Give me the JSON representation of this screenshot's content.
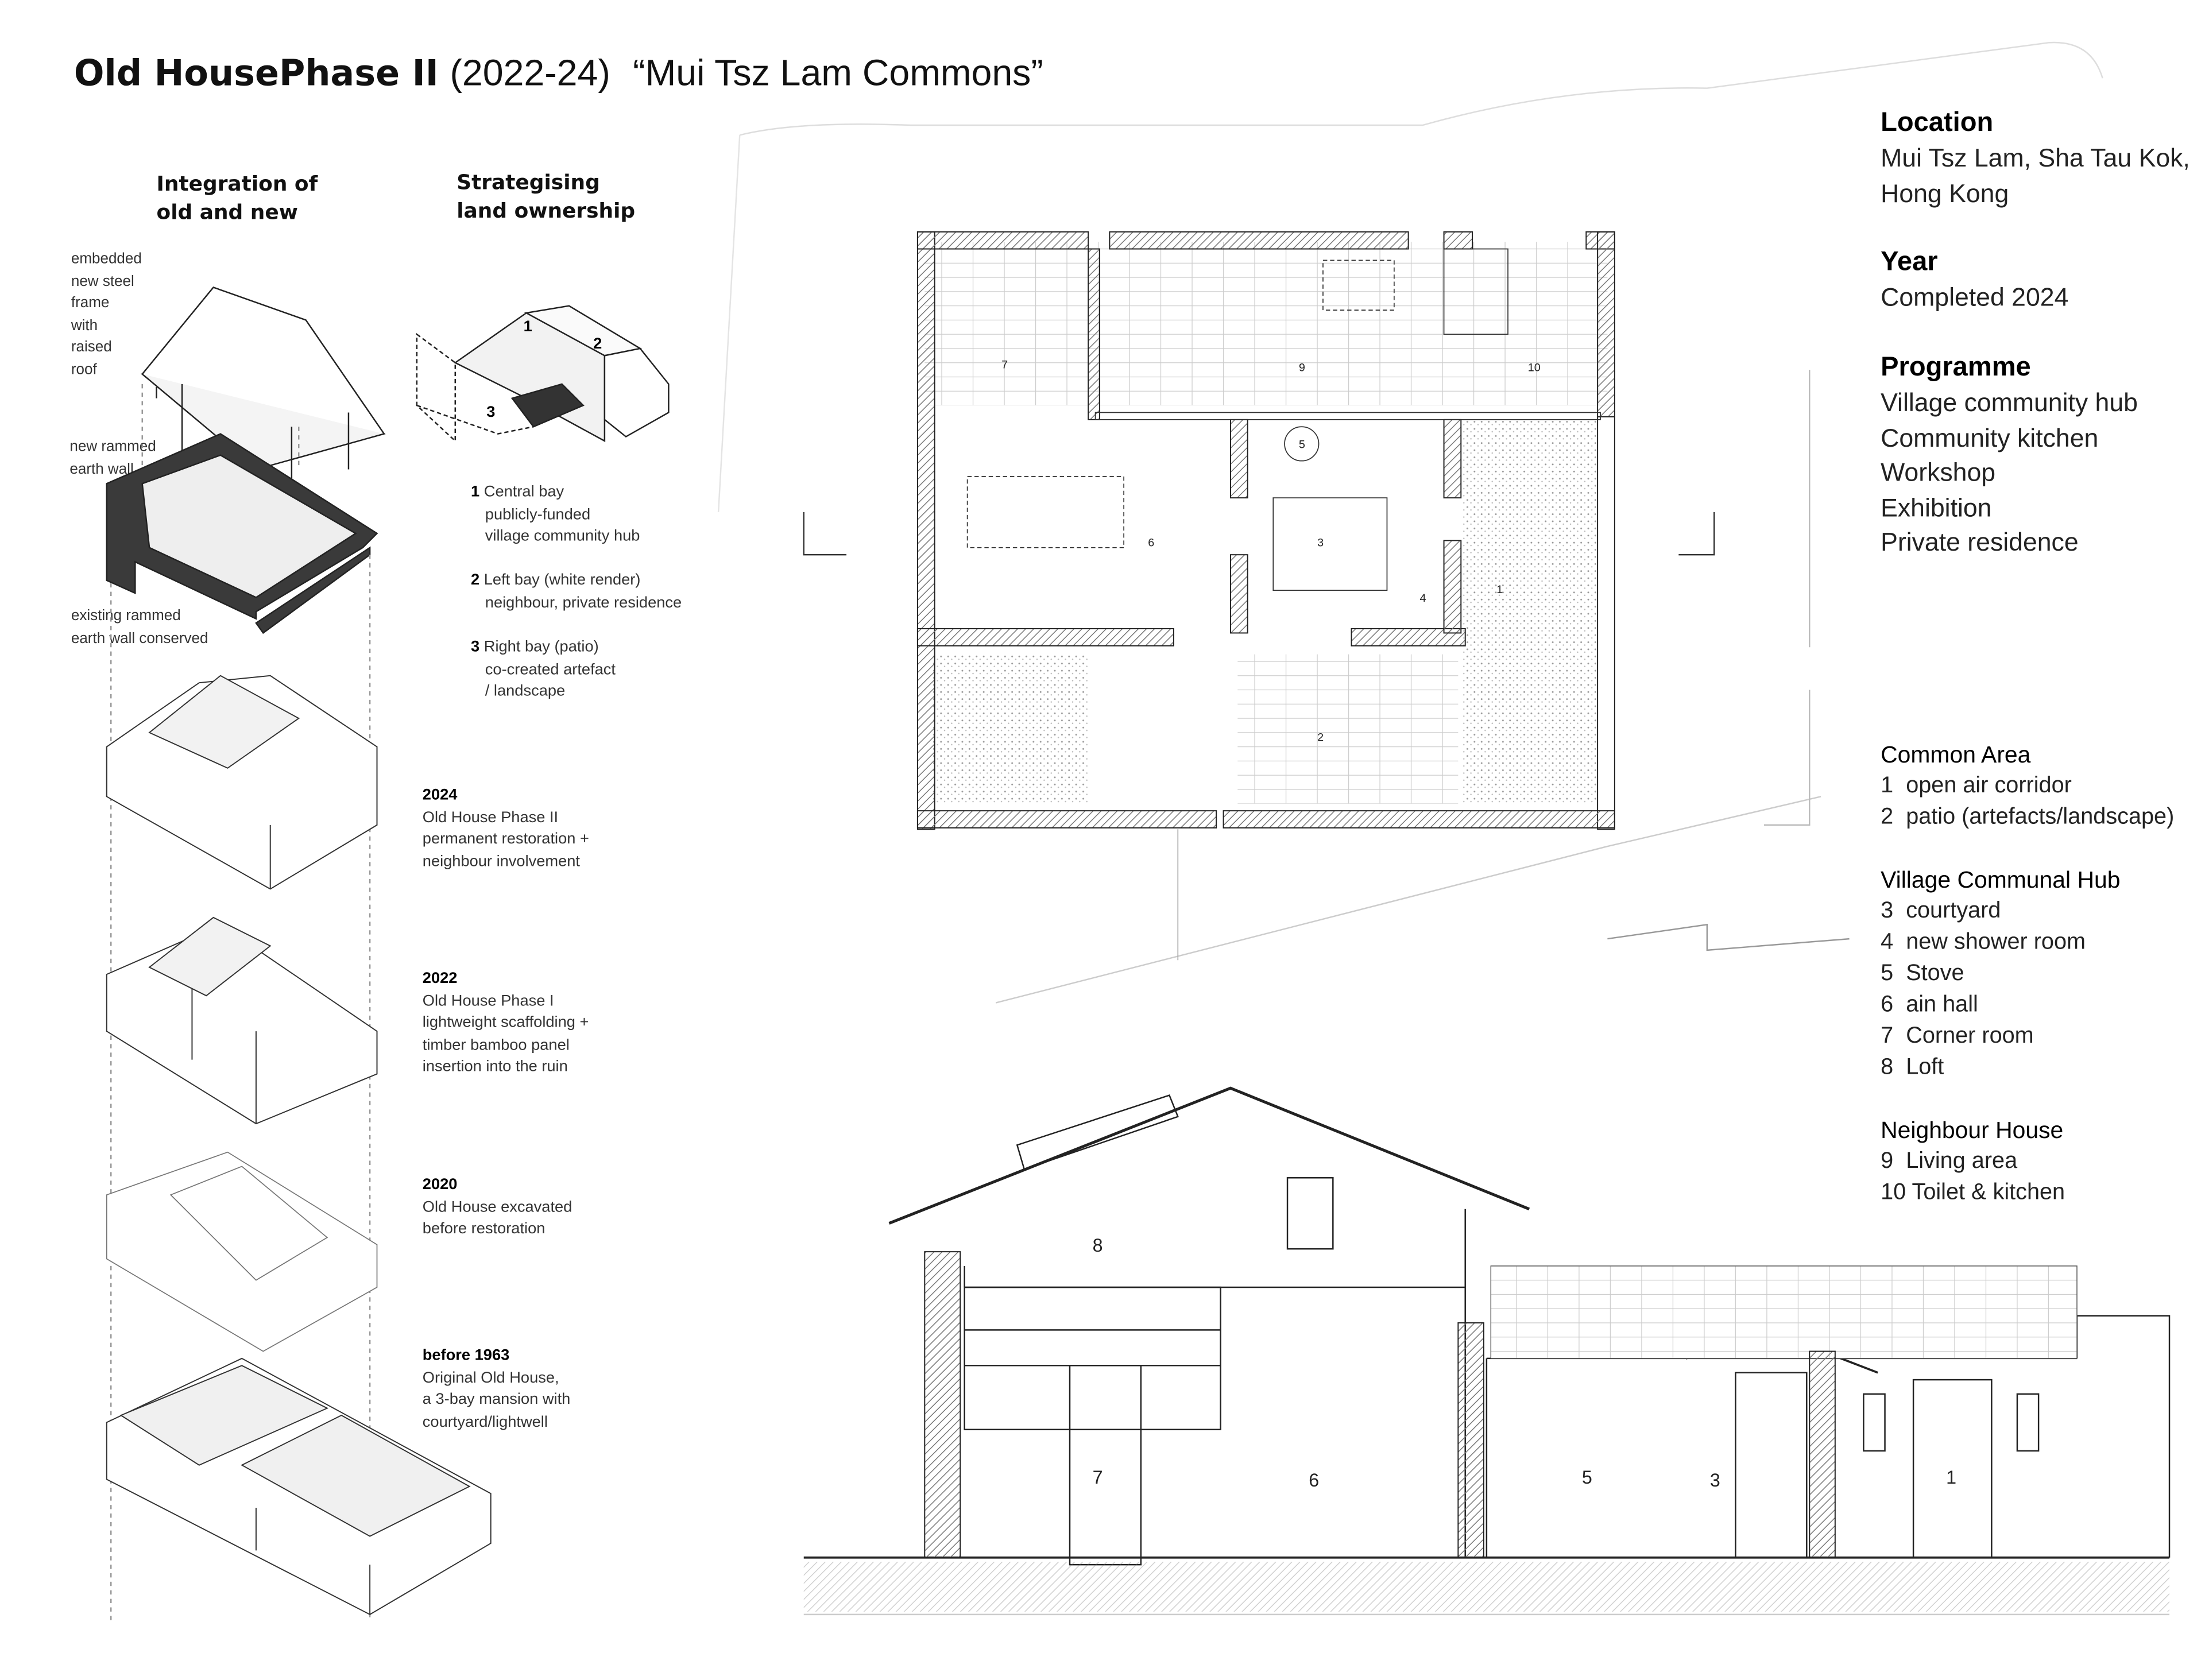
{
  "title": {
    "bold": "Old HousePhase II",
    "years": "(2022-24)",
    "name": "“Mui Tsz Lam Commons”"
  },
  "left": {
    "integration_heading": [
      "Integration of",
      "old and new"
    ],
    "strategising_heading": [
      "Strategising",
      "land ownership"
    ],
    "labels": {
      "steel_frame": [
        "embedded",
        "new steel",
        "frame",
        "with",
        "raised",
        "roof"
      ],
      "new_wall": [
        "new rammed",
        "earth wall"
      ],
      "existing_wall": [
        "existing rammed",
        "earth wall conserved"
      ]
    },
    "iso_numbers": [
      "1",
      "2",
      "3"
    ],
    "bays": [
      {
        "num": "1",
        "lines": [
          "Central bay",
          "publicly-funded",
          "village community hub"
        ]
      },
      {
        "num": "2",
        "lines": [
          "Left bay (white render)",
          "neighbour, private residence"
        ]
      },
      {
        "num": "3",
        "lines": [
          "Right bay (patio)",
          "co-created artefact",
          "/ landscape"
        ]
      }
    ],
    "timeline": [
      {
        "year": "2024",
        "lines": [
          "Old House Phase II",
          "permanent restoration +",
          "neighbour involvement"
        ]
      },
      {
        "year": "2022",
        "lines": [
          "Old House Phase I",
          "lightweight scaffolding +",
          "timber bamboo panel",
          "insertion into the ruin"
        ]
      },
      {
        "year": "2020",
        "lines": [
          "Old House excavated",
          "before restoration"
        ]
      },
      {
        "year": "before 1963",
        "lines": [
          "Original Old House,",
          "a 3-bay mansion with",
          "courtyard/lightwell"
        ]
      }
    ]
  },
  "plan": {
    "rooms": [
      "1",
      "2",
      "3",
      "4",
      "5",
      "6",
      "7",
      "9",
      "10"
    ]
  },
  "section": {
    "rooms": [
      "8",
      "7",
      "6",
      "5",
      "3",
      "1"
    ]
  },
  "info": {
    "location": {
      "heading": "Location",
      "lines": [
        "Mui Tsz Lam, Sha Tau Kok,",
        "Hong Kong"
      ]
    },
    "year": {
      "heading": "Year",
      "lines": [
        "Completed 2024"
      ]
    },
    "programme": {
      "heading": "Programme",
      "lines": [
        "Village community hub",
        "Community kitchen",
        "Workshop",
        "Exhibition",
        "Private residence"
      ]
    }
  },
  "legend": [
    {
      "heading": "Common Area",
      "items": [
        "1  open air corridor",
        "2  patio (artefacts/landscape)"
      ]
    },
    {
      "heading": "Village Communal Hub",
      "items": [
        "3  courtyard",
        "4  new shower room",
        "5  Stove",
        "6  ain hall",
        "7  Corner room",
        "8  Loft"
      ]
    },
    {
      "heading": "Neighbour House",
      "items": [
        "9  Living area",
        "10 Toilet & kitchen"
      ]
    }
  ],
  "colors": {
    "ink": "#111111",
    "wall_dark": "#3a3a3a",
    "hatch": "#9a9a9a"
  }
}
